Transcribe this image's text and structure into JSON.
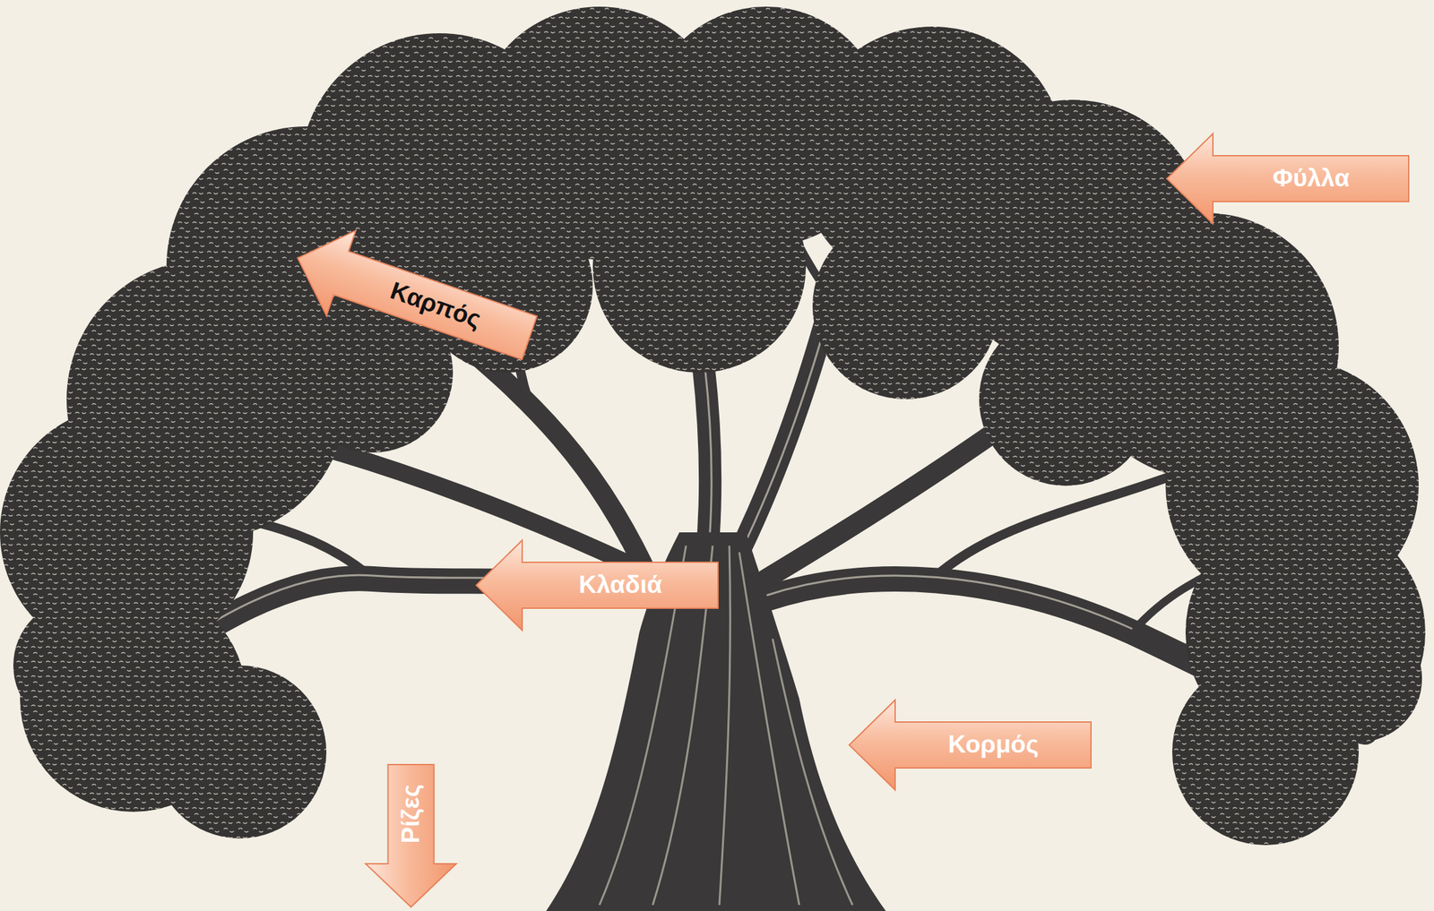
{
  "diagram": {
    "nodes": [
      {
        "text": [
          "Φύλλα"
        ]
      },
      {
        "text": [
          "Καρπός"
        ]
      },
      {
        "text": [
          "Κλαδιά"
        ]
      },
      {
        "text": [
          "Κορμός"
        ]
      },
      {
        "text": [
          "Ρίζες"
        ]
      }
    ]
  }
}
